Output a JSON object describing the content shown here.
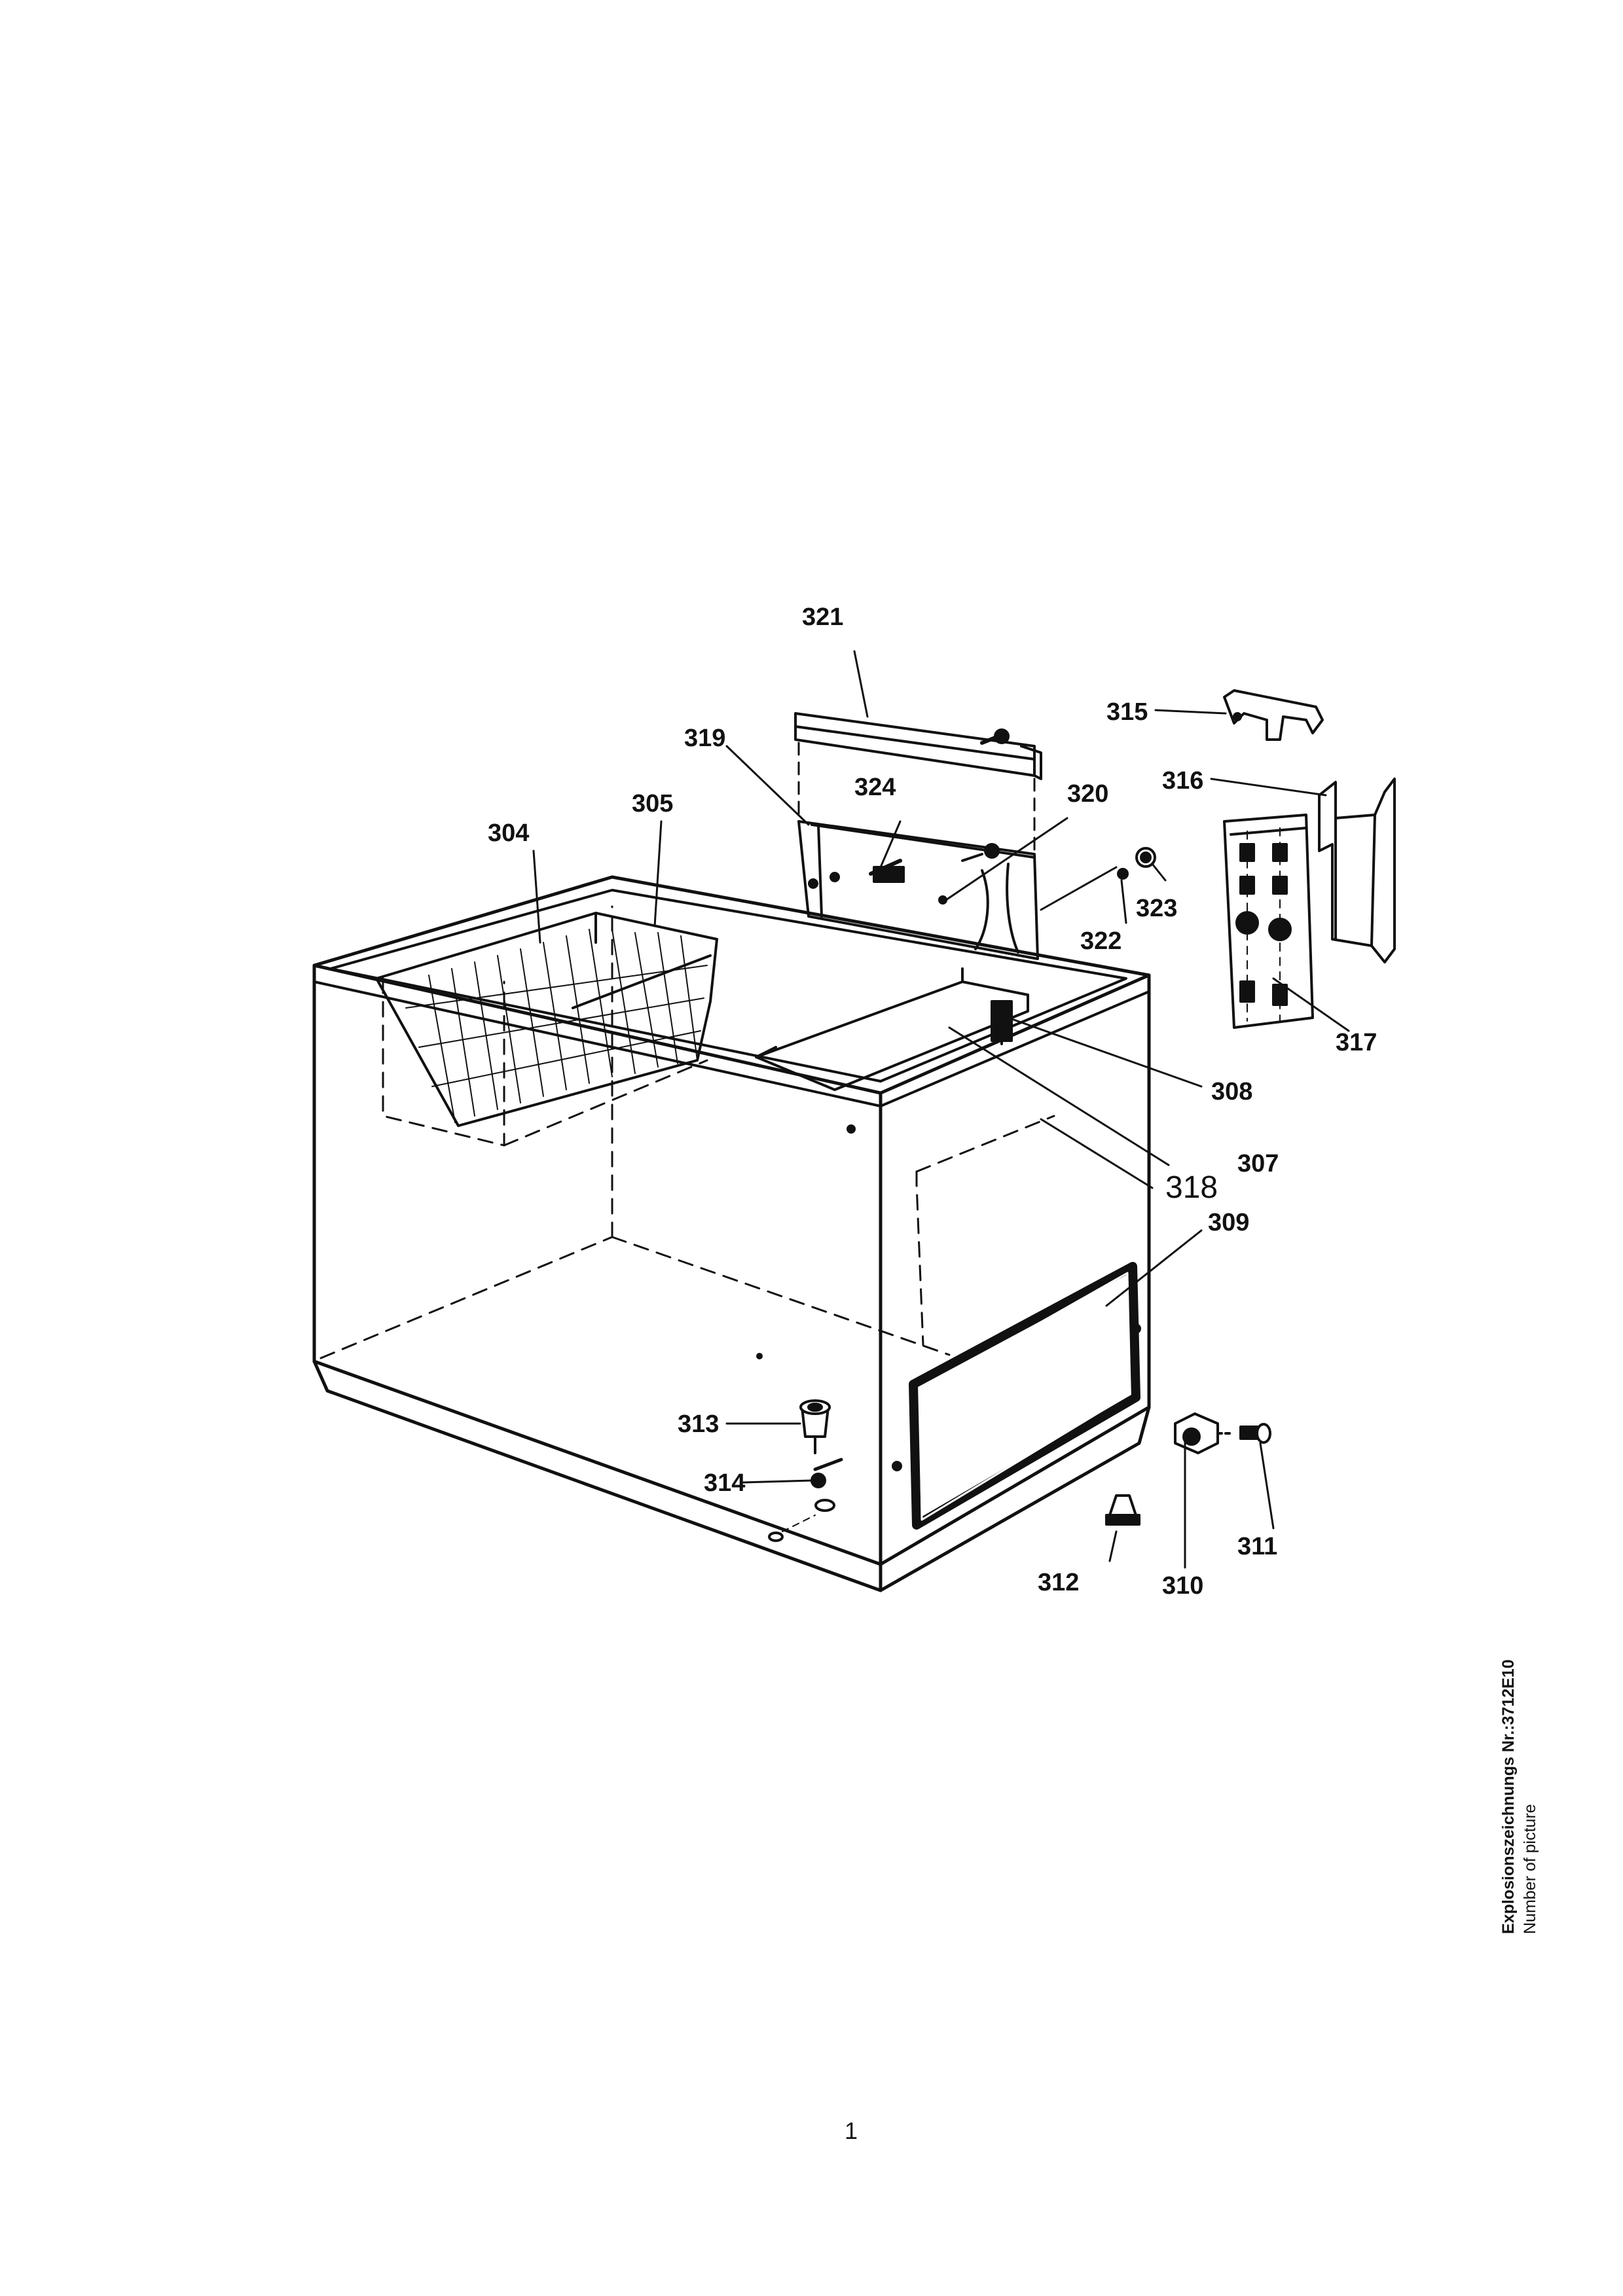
{
  "diagram": {
    "callouts": [
      {
        "id": "304",
        "label": "304"
      },
      {
        "id": "305",
        "label": "305"
      },
      {
        "id": "307",
        "label": "307"
      },
      {
        "id": "308",
        "label": "308"
      },
      {
        "id": "309",
        "label": "309"
      },
      {
        "id": "310",
        "label": "310"
      },
      {
        "id": "311",
        "label": "311"
      },
      {
        "id": "312",
        "label": "312"
      },
      {
        "id": "313",
        "label": "313"
      },
      {
        "id": "314",
        "label": "314"
      },
      {
        "id": "315",
        "label": "315"
      },
      {
        "id": "316",
        "label": "316"
      },
      {
        "id": "317",
        "label": "317"
      },
      {
        "id": "318",
        "label": "318"
      },
      {
        "id": "319",
        "label": "319"
      },
      {
        "id": "320",
        "label": "320"
      },
      {
        "id": "321",
        "label": "321"
      },
      {
        "id": "322",
        "label": "322"
      },
      {
        "id": "323",
        "label": "323"
      },
      {
        "id": "324",
        "label": "324"
      }
    ]
  },
  "footer": {
    "page_number": "1",
    "drawing_no": "Explosionszeichnungs Nr.:3712E10",
    "subtitle": "Number of picture"
  }
}
